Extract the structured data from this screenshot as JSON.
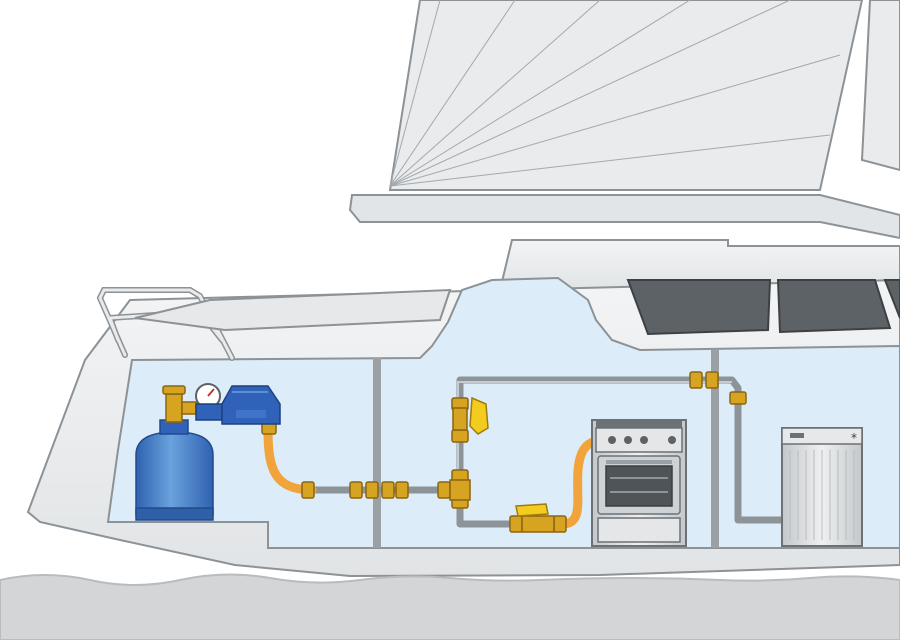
{
  "diagram": {
    "subject": "boat-lpg-gas-system",
    "colors": {
      "background": "#ffffff",
      "hull": "#eceeef",
      "hull_outline": "#8c9296",
      "cabin_interior": "#dcecf8",
      "water": "#d3d5d6",
      "sail": "#e9ebec",
      "window": "#5d6266",
      "pipe": "#8d9397",
      "hose": "#f2a43c",
      "brass": "#d7a421",
      "gas_cylinder": "#4a86c8",
      "regulator": "#2f62b8",
      "valve_handle": "#f3cc1e",
      "appliance_steel": "#d6d9db"
    },
    "components": [
      {
        "name": "gas-cylinder",
        "icon": "cylinder-icon"
      },
      {
        "name": "regulator",
        "icon": "regulator-icon"
      },
      {
        "name": "pressure-gauge",
        "icon": "gauge-icon"
      },
      {
        "name": "flexible-hose",
        "icon": "hose-icon"
      },
      {
        "name": "shut-off-valve",
        "icon": "valve-icon"
      },
      {
        "name": "stove-oven",
        "icon": "stove-icon"
      },
      {
        "name": "appliance-cabinet",
        "icon": "appliance-icon"
      }
    ]
  }
}
